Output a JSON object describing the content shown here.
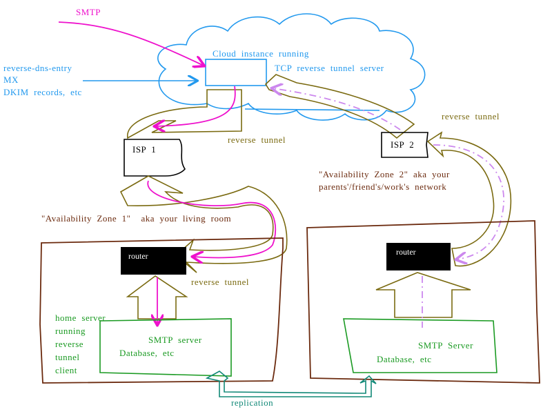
{
  "colors": {
    "magenta": "#ee11cc",
    "blue": "#2299ee",
    "olive": "#7a6a10",
    "brown": "#6b2a0e",
    "green": "#1a9a22",
    "teal": "#118877",
    "lilac": "#cc88ee",
    "black": "#000000"
  },
  "labels": {
    "smtp": "SMTP",
    "dns_line1": "reverse-dns-entry",
    "dns_line2": "MX",
    "dns_line3": "DKIM  records,  etc",
    "cloud_line1": "Cloud  instance  running",
    "cloud_line2": "TCP  reverse  tunnel  server",
    "reverse_tunnel_top_right": "reverse  tunnel",
    "reverse_tunnel_left": "reverse  tunnel",
    "isp1": "ISP  1",
    "isp2": "ISP  2",
    "az2_line1": "\"Availability  Zone  2\"  aka  your",
    "az2_line2": "parents'/friend's/work's  network",
    "az1": "\"Availability  Zone  1\"    aka  your  living  room",
    "router_left": "router",
    "router_right": "router",
    "reverse_tunnel_router": "reverse  tunnel",
    "home_line1": "home  server",
    "home_line2": "running",
    "home_line3": "reverse",
    "home_line4": "tunnel",
    "home_line5": "client",
    "smtp_server_left": "SMTP  server",
    "database_left": "Database,  etc",
    "smtp_server_right": "SMTP  Server",
    "database_right": "Database,  etc",
    "replication": "replication"
  }
}
